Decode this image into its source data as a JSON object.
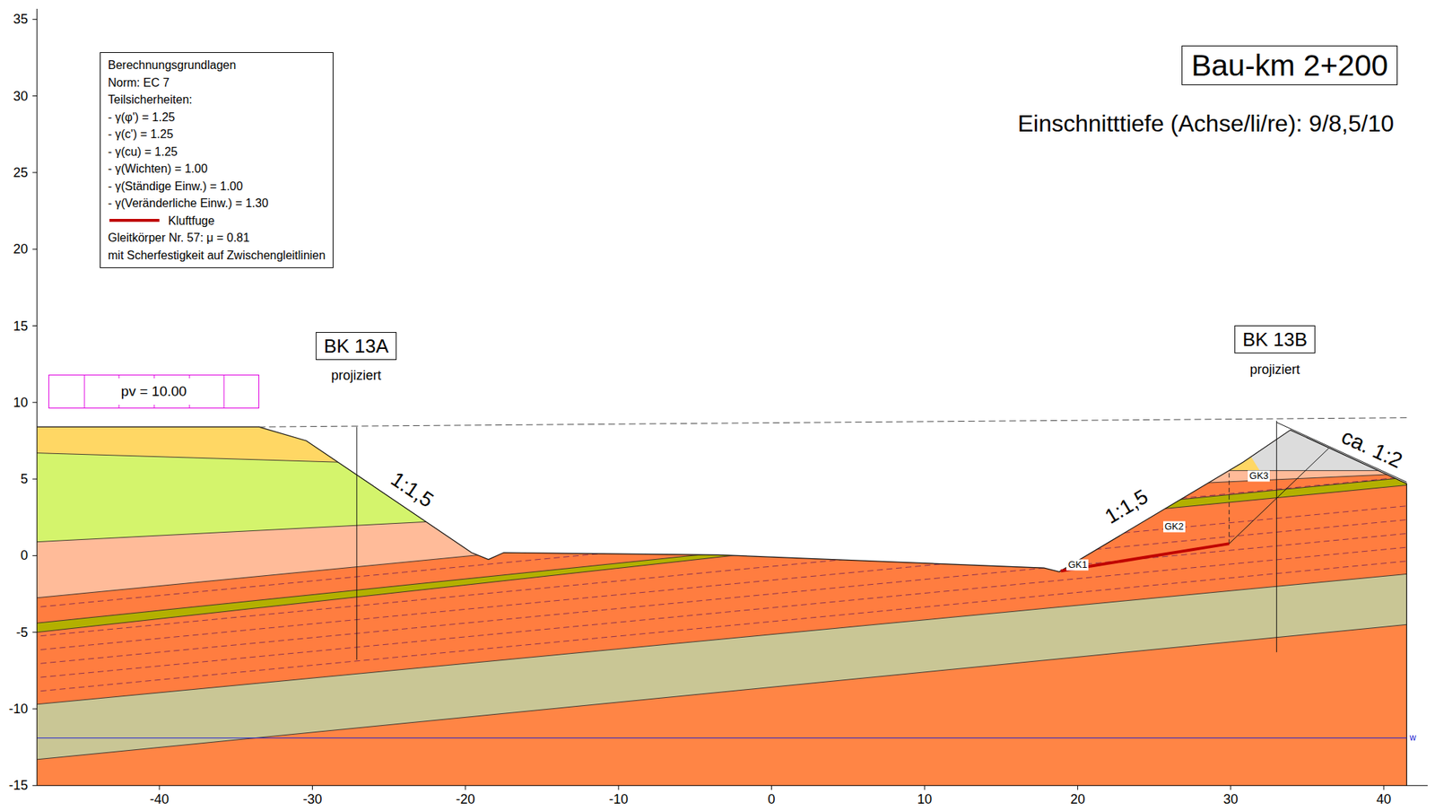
{
  "diagram": {
    "nodes": [
      {
        "text": [
          "Berechnungsgrundlagen",
          "Norm:  EC 7",
          "Teilsicherheiten:",
          "- γ(φ') = 1.25",
          "- γ(c') = 1.25",
          "- γ(cu) = 1.25",
          "- γ(Wichten) = 1.00",
          "- γ(Ständige Einw.) = 1.00",
          "- γ(Veränderliche Einw.) = 1.30",
          "Gleitkörper Nr. 57: μ = 0.81",
          "mit Scherfestigkeit auf Zwischengleitlinien"
        ]
      },
      {
        "text": [
          "Bau-km 2+200"
        ]
      },
      {
        "text": [
          "BK 13A"
        ]
      },
      {
        "text": [
          "BK 13B"
        ]
      },
      {
        "text": [
          "pv = 10.00"
        ]
      }
    ],
    "labels": [
      "35",
      "30",
      "25",
      "20",
      "15",
      "10",
      "5",
      "0",
      "-5",
      "-10",
      "-15",
      "-40",
      "-30",
      "-20",
      "-10",
      "0",
      "10",
      "20",
      "30",
      "40",
      "Einschnitttiefe (Achse/li/re): 9/8,5/10",
      "projiziert",
      "projiziert",
      "1:1,5",
      "1:1,5",
      "ca. 1:2",
      "GK1",
      "GK2",
      "GK3",
      "w"
    ],
    "legend": [
      {
        "text": "Kluftfuge"
      }
    ]
  }
}
